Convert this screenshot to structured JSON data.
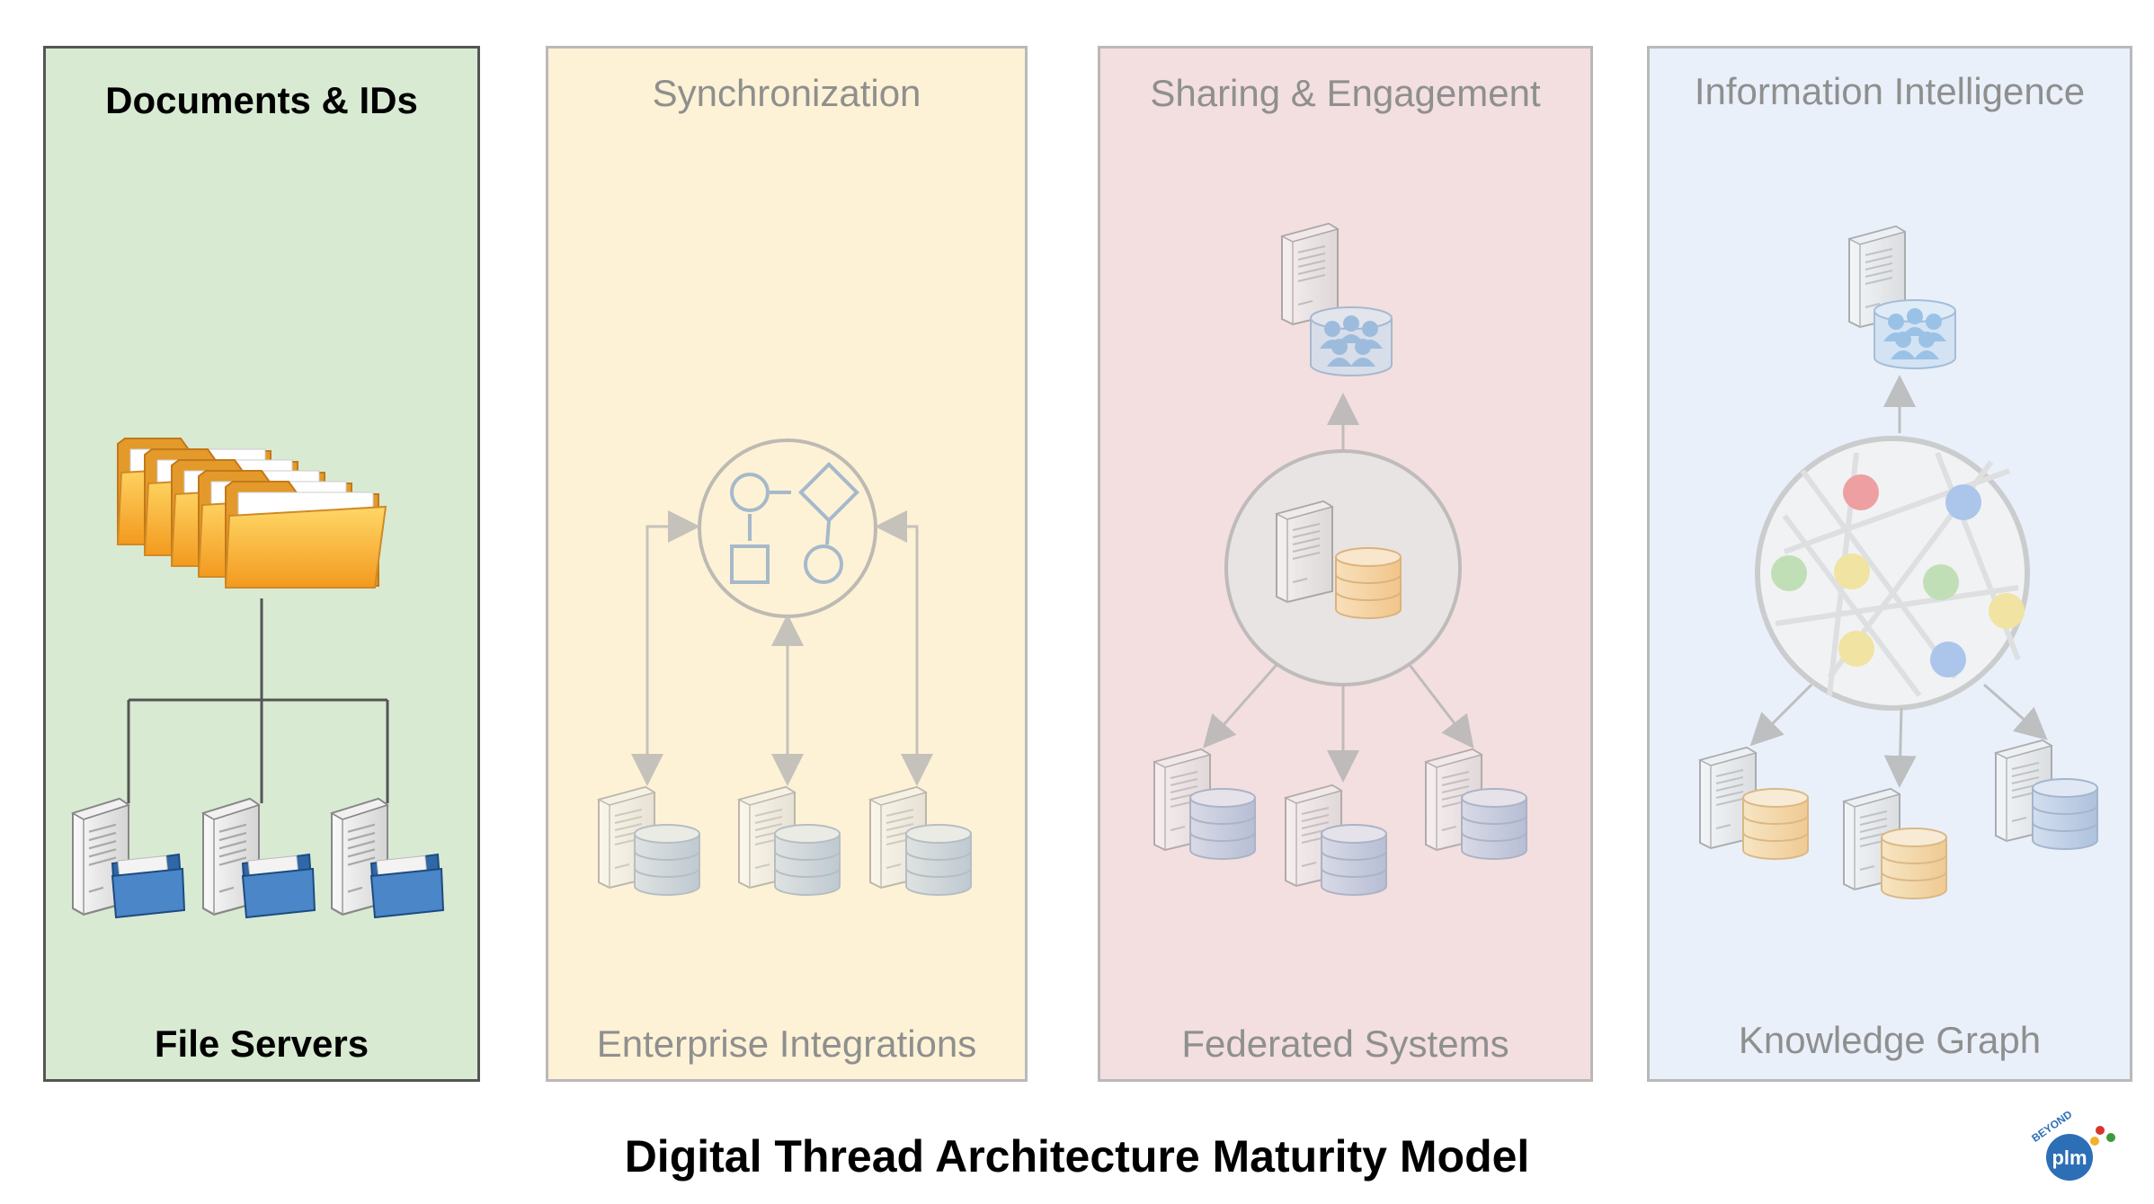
{
  "diagram_title": "Digital Thread Architecture Maturity Model",
  "panels": [
    {
      "id": "documents",
      "top_label": "Documents & IDs",
      "bottom_label": "File Servers",
      "fill": "#d9ead3",
      "active": true
    },
    {
      "id": "synchronization",
      "top_label": "Synchronization",
      "bottom_label": "Enterprise Integrations",
      "fill": "#fdf2d5",
      "active": false
    },
    {
      "id": "sharing",
      "top_label": "Sharing & Engagement",
      "bottom_label": "Federated Systems",
      "fill": "#f3dfdf",
      "active": false
    },
    {
      "id": "intelligence",
      "top_label": "Information Intelligence",
      "bottom_label": "Knowledge Graph",
      "fill": "#e9f0f9",
      "active": false
    }
  ],
  "logo": {
    "arc_text": "BEYOND",
    "word": "plm",
    "colors": [
      "#d9352b",
      "#f2b02e",
      "#3d9a3a",
      "#2c6fb7"
    ]
  },
  "icons": {
    "folders": "file-folders-icon",
    "file_server": "file-server-icon",
    "workflow": "workflow-icon",
    "database_server": "database-server-icon",
    "collaboration_server": "collaboration-server-icon",
    "knowledge_graph": "knowledge-graph-icon"
  }
}
